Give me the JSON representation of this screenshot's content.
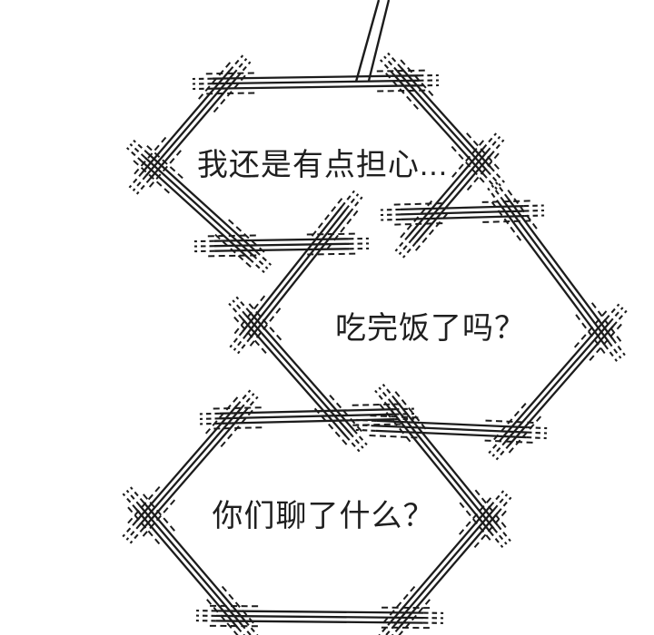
{
  "page": {
    "kind": "comic-panel",
    "background_color": "#ffffff",
    "ink_color": "#1c1c1c",
    "text_color": "#1f1f1f"
  },
  "bubbles": [
    {
      "name": "bubble-1",
      "shape": "sketched-hexagon",
      "text": "我还是有点担心...",
      "has_tail": true
    },
    {
      "name": "bubble-2",
      "shape": "sketched-hexagon",
      "text": "吃完饭了吗？",
      "has_tail": false
    },
    {
      "name": "bubble-3",
      "shape": "sketched-hexagon",
      "text": "你们聊了什么？",
      "has_tail": false
    }
  ]
}
